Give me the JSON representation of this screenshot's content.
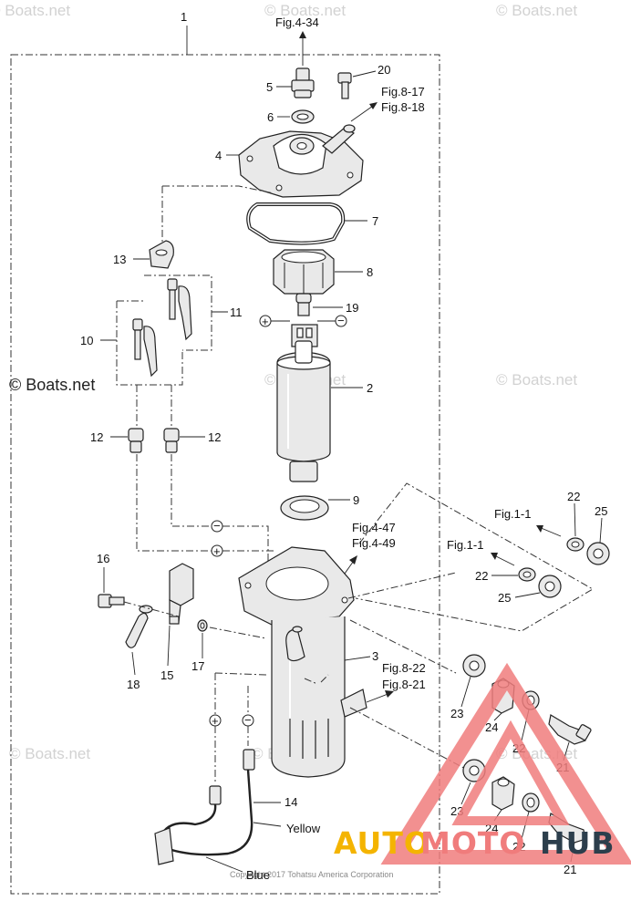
{
  "assembly_number": "1",
  "references": {
    "fig_4_34": "Fig.4-34",
    "fig_8_17": "Fig.8-17",
    "fig_8_18": "Fig.8-18",
    "fig_4_47": "Fig.4-47",
    "fig_4_49": "Fig.4-49",
    "fig_8_22": "Fig.8-22",
    "fig_8_21": "Fig.8-21",
    "fig_1_1_a": "Fig.1-1",
    "fig_1_1_b": "Fig.1-1"
  },
  "part_numbers": {
    "p2": "2",
    "p3": "3",
    "p4": "4",
    "p5": "5",
    "p6": "6",
    "p7": "7",
    "p8": "8",
    "p9": "9",
    "p10": "10",
    "p11": "11",
    "p12_left": "12",
    "p12_right": "12",
    "p13": "13",
    "p14": "14",
    "p15": "15",
    "p16": "16",
    "p17": "17",
    "p18": "18",
    "p19": "19",
    "p20": "20",
    "p21_top": "21",
    "p21_bottom": "21",
    "p22_fig1a": "22",
    "p22_fig1b": "22",
    "p22_mid": "22",
    "p22_bottom": "22",
    "p23_top": "23",
    "p23_bottom": "23",
    "p24_top": "24",
    "p24_bottom": "24",
    "p25_a": "25",
    "p25_b": "25"
  },
  "wire_labels": {
    "yellow": "Yellow",
    "blue": "Blue"
  },
  "polarity": {
    "plus": "+",
    "minus": "−"
  },
  "watermarks": {
    "main": "© Boats.net",
    "faint": "© Boats.net"
  },
  "copyright": "Copyright 2017 Tohatsu America Corporation",
  "brand": {
    "auto": "AUTO",
    "moto": "MOTO",
    "hub": "HUB"
  },
  "colors": {
    "brand_red": "#f07c7c",
    "brand_yellow": "#f4b400",
    "brand_dark": "#2c3e4c"
  }
}
